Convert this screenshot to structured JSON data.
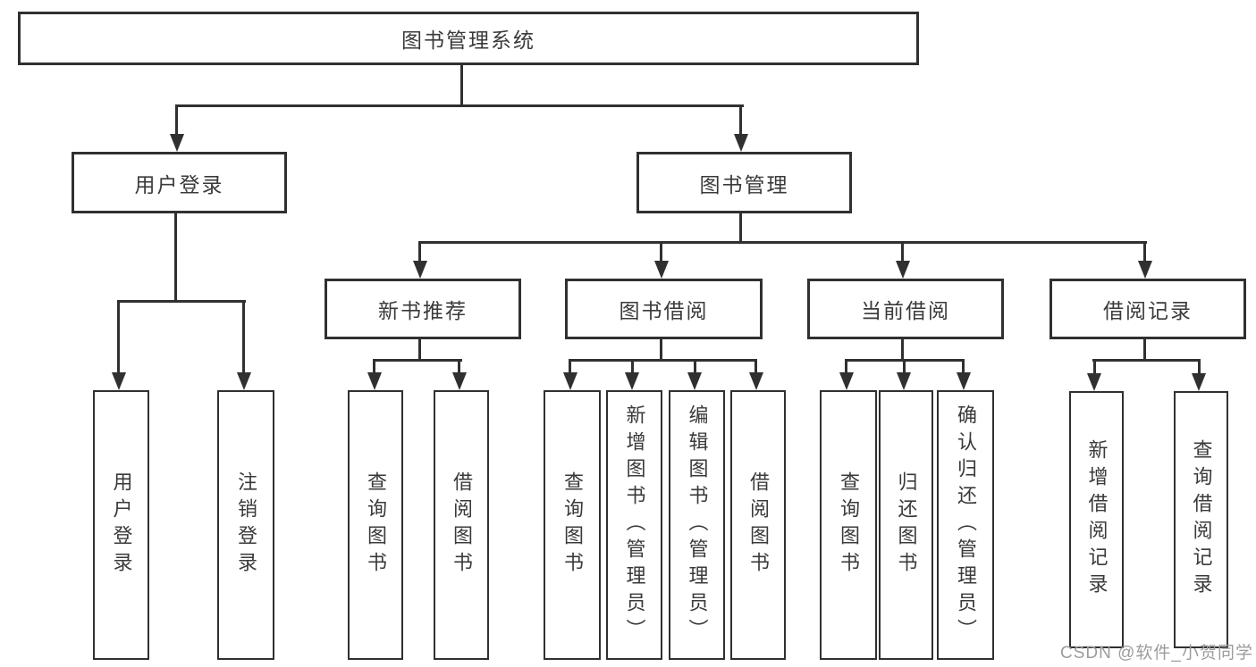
{
  "diagram": {
    "title": "图书管理系统",
    "root": {
      "label": "图书管理系统"
    },
    "level2": [
      {
        "label": "用户登录"
      },
      {
        "label": "图书管理"
      }
    ],
    "level3": [
      {
        "label": "新书推荐"
      },
      {
        "label": "图书借阅"
      },
      {
        "label": "当前借阅"
      },
      {
        "label": "借阅记录"
      }
    ],
    "leaves": [
      {
        "parent": "用户登录",
        "label": "用户登录"
      },
      {
        "parent": "用户登录",
        "label": "注销登录"
      },
      {
        "parent": "新书推荐",
        "label": "查询图书"
      },
      {
        "parent": "新书推荐",
        "label": "借阅图书"
      },
      {
        "parent": "图书借阅",
        "label": "查询图书"
      },
      {
        "parent": "图书借阅",
        "label": "新增图书（管理员）"
      },
      {
        "parent": "图书借阅",
        "label": "编辑图书（管理员）"
      },
      {
        "parent": "图书借阅",
        "label": "借阅图书"
      },
      {
        "parent": "当前借阅",
        "label": "查询图书"
      },
      {
        "parent": "当前借阅",
        "label": "归还图书"
      },
      {
        "parent": "当前借阅",
        "label": "确认归还（管理员）"
      },
      {
        "parent": "借阅记录",
        "label": "新增借阅记录"
      },
      {
        "parent": "借阅记录",
        "label": "查询借阅记录"
      }
    ],
    "watermark": "CSDN @软件_小贺同学",
    "colors": {
      "line": "#303030",
      "text": "#3a3a3a",
      "box_fill": "#ffffff",
      "background": "#ffffff",
      "watermark": "#9c9c9c"
    }
  }
}
